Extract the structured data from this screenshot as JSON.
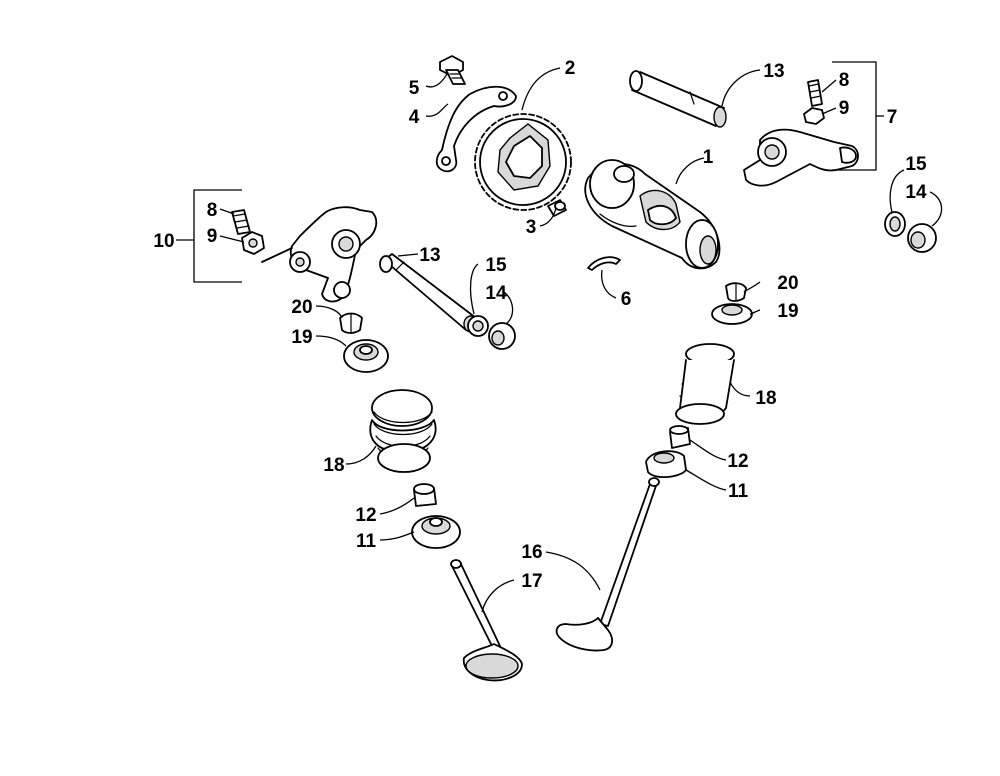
{
  "callouts": {
    "c1": "1",
    "c2": "2",
    "c3": "3",
    "c4": "4",
    "c5": "5",
    "c6": "6",
    "c7": "7",
    "c8_right": "8",
    "c9_right": "9",
    "c8_left": "8",
    "c9_left": "9",
    "c10": "10",
    "c11_left": "11",
    "c11_right": "11",
    "c12_left": "12",
    "c12_right": "12",
    "c13_top": "13",
    "c13_mid": "13",
    "c14_right": "14",
    "c14_mid": "14",
    "c15_right": "15",
    "c15_mid": "15",
    "c16": "16",
    "c17": "17",
    "c18_left": "18",
    "c18_right": "18",
    "c19_left": "19",
    "c19_right": "19",
    "c20_left": "20",
    "c20_right": "20"
  }
}
